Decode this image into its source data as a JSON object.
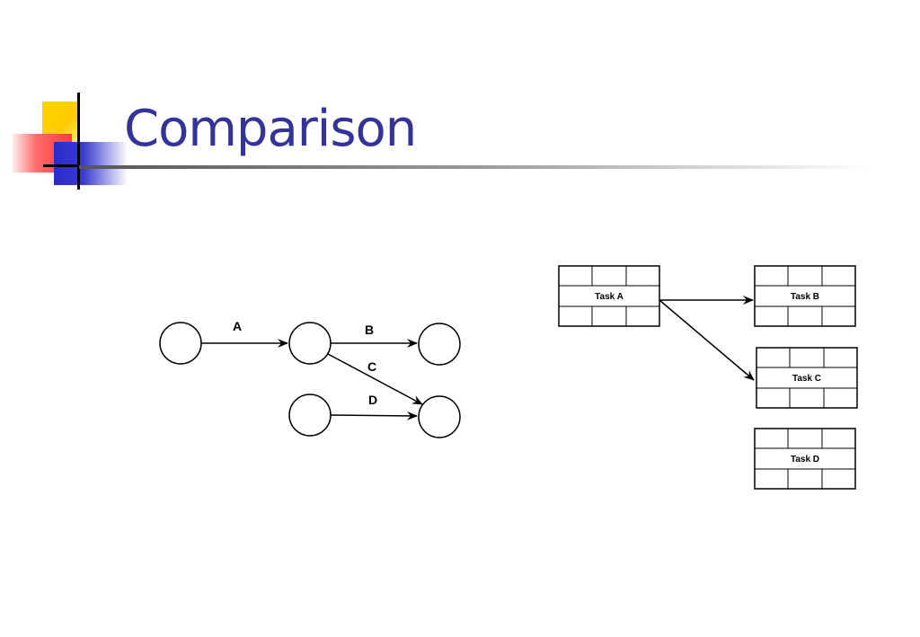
{
  "slide": {
    "title": "Comparison"
  },
  "aoa_diagram": {
    "activities": [
      {
        "id": "activity-a",
        "label": "A"
      },
      {
        "id": "activity-b",
        "label": "B"
      },
      {
        "id": "activity-c",
        "label": "C"
      },
      {
        "id": "activity-d",
        "label": "D"
      }
    ]
  },
  "aon_diagram": {
    "tasks": [
      {
        "id": "task-a",
        "label": "Task A"
      },
      {
        "id": "task-b",
        "label": "Task B"
      },
      {
        "id": "task-c",
        "label": "Task C"
      },
      {
        "id": "task-d",
        "label": "Task D"
      }
    ]
  },
  "colors": {
    "title": "#333399",
    "accent_yellow": "#ffcc00",
    "accent_red": "#ff3b3b",
    "accent_blue": "#3a3ad0"
  }
}
